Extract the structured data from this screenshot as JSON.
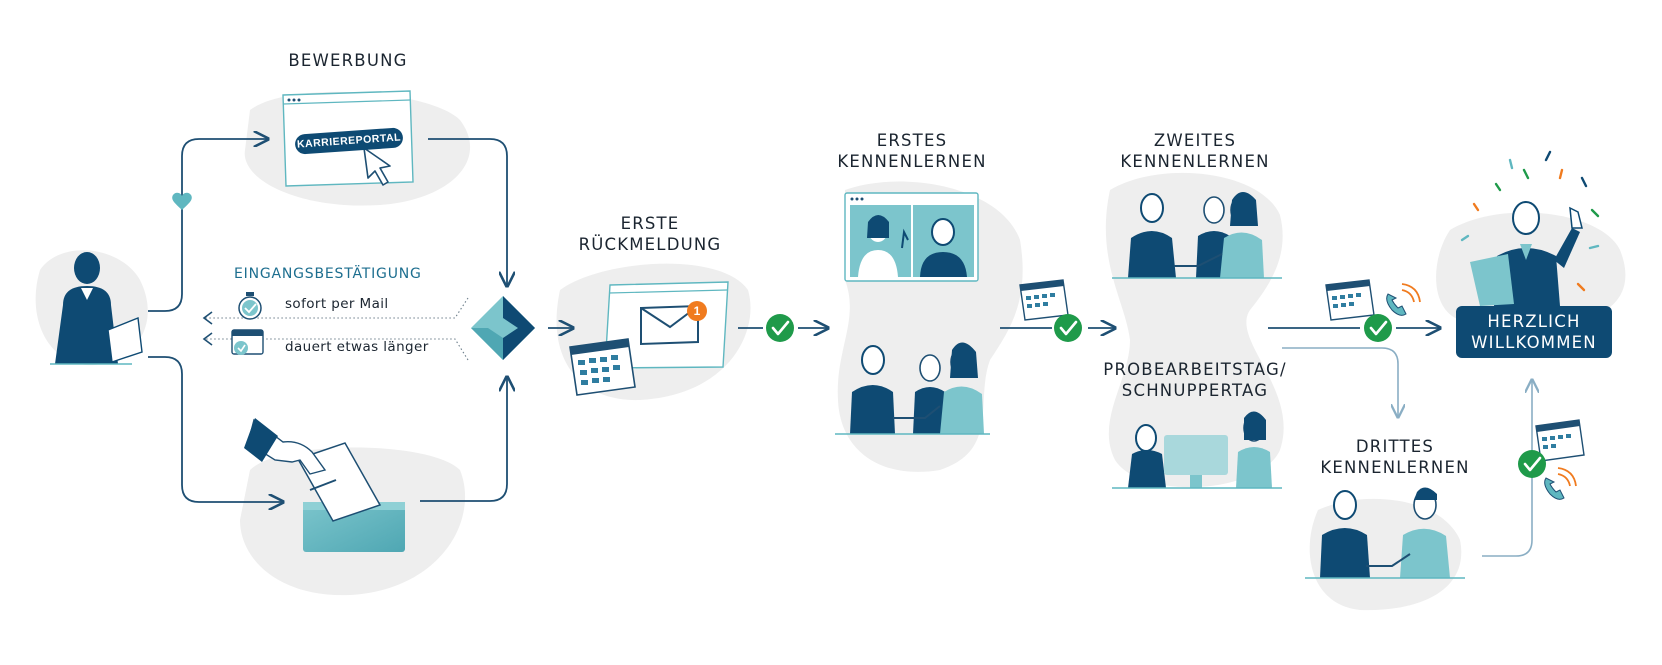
{
  "labels": {
    "bewerbung": "BEWERBUNG",
    "erste_rueckmeldung": [
      "ERSTE",
      "RÜCKMELDUNG"
    ],
    "erstes_kennenlernen": [
      "ERSTES",
      "KENNENLERNEN"
    ],
    "zweites_kennenlernen": [
      "ZWEITES",
      "KENNENLERNEN"
    ],
    "probearbeitstag": [
      "PROBEARBEITSTAG/",
      "SCHNUPPERTAG"
    ],
    "drittes_kennenlernen": [
      "DRITTES",
      "KENNENLERNEN"
    ],
    "herzlich_willkommen": [
      "HERZLICH",
      "WILLKOMMEN"
    ]
  },
  "portal_button": "KARRIEREPORTAL",
  "confirmation": {
    "title": "EINGANGSBESTÄTIGUNG",
    "items": [
      "sofort per Mail",
      "dauert etwas länger"
    ]
  },
  "notification_count": "1",
  "colors": {
    "dark_blue": "#0e4a73",
    "teal": "#5fb7c0",
    "light_teal": "#a9d8dc",
    "check_green": "#1f9a4a",
    "notify_orange": "#f07b1f",
    "blob_grey": "#eeeeee",
    "line_blue": "#1e4f73"
  }
}
